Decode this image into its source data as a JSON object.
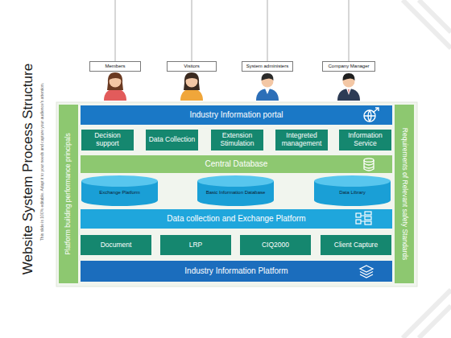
{
  "diagram": {
    "title": "Website System Process Structure",
    "caption": "This slide is 100% editable. Adapt it to your needs and capture your audience's attention.",
    "nodes": [
      {
        "text": [
          "Members"
        ]
      },
      {
        "text": [
          "Visitors"
        ]
      },
      {
        "text": [
          "System administers"
        ]
      },
      {
        "text": [
          "Company Manager"
        ]
      },
      {
        "text": [
          "Platform building performance principals"
        ]
      },
      {
        "text": [
          "Industry Information portal"
        ]
      },
      {
        "text": [
          "Decision support"
        ]
      },
      {
        "text": [
          "Data Collection"
        ]
      },
      {
        "text": [
          "Extension Stimulation"
        ]
      },
      {
        "text": [
          "Integreted management"
        ]
      },
      {
        "text": [
          "Information Service"
        ]
      },
      {
        "text": [
          "Central Database"
        ]
      },
      {
        "text": [
          "Exchange Platform"
        ]
      },
      {
        "text": [
          "Basic Information Database"
        ]
      },
      {
        "text": [
          "Data Library"
        ]
      },
      {
        "text": [
          "Data collection and Exchange Platform"
        ]
      },
      {
        "text": [
          "Document"
        ]
      },
      {
        "text": [
          "LRP"
        ]
      },
      {
        "text": [
          "CIQ2000"
        ]
      },
      {
        "text": [
          "Client Capture"
        ]
      },
      {
        "text": [
          "Industry Information Platform"
        ]
      },
      {
        "text": [
          "Requirements of Relevant safety Standards"
        ]
      }
    ]
  }
}
